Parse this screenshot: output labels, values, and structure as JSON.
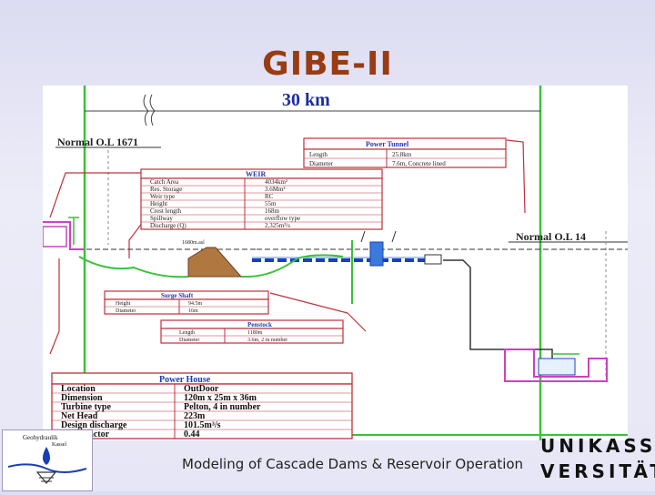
{
  "slide": {
    "title": "GIBE-II",
    "caption": "Modeling of Cascade Dams & Reservoir Operation"
  },
  "diagram": {
    "distance": "30 km",
    "normal_ol_left": "Normal O.L 1671",
    "normal_ol_right": "Normal O.L 14",
    "weir_mark": "1680m.asl",
    "power_tunnel": {
      "title": "Power Tunnel",
      "rows": [
        {
          "label": "Length",
          "value": "25.8km"
        },
        {
          "label": "Diameter",
          "value": "7.6m, Concrete lined"
        }
      ]
    },
    "weir": {
      "title": "WEIR",
      "rows": [
        {
          "label": "Catch Area",
          "value": "4034km²"
        },
        {
          "label": "Res. Storage",
          "value": "3.6Mm³"
        },
        {
          "label": "Weir type",
          "value": "RC"
        },
        {
          "label": "Height",
          "value": "55m"
        },
        {
          "label": "Crest length",
          "value": "168m"
        },
        {
          "label": "Spillway",
          "value": "overflow type"
        },
        {
          "label": "Discharge (Q)",
          "value": "2,325m³/s"
        }
      ]
    },
    "surge_shaft": {
      "title": "Surge Shaft",
      "rows": [
        {
          "label": "Height",
          "value": "94.5m"
        },
        {
          "label": "Diameter",
          "value": "16m"
        }
      ]
    },
    "penstock": {
      "title": "Penstock",
      "rows": [
        {
          "label": "Length",
          "value": "1180m"
        },
        {
          "label": "Diameter",
          "value": "3.6m, 2 in number"
        }
      ]
    },
    "power_house": {
      "title": "Power House",
      "rows": [
        {
          "label": "Location",
          "value": "OutDoor"
        },
        {
          "label": "Dimension",
          "value": "120m x 25m x 36m"
        },
        {
          "label": "Turbine type",
          "value": "Pelton, 4 in number"
        },
        {
          "label": "Net Head",
          "value": "223m"
        },
        {
          "label": "Design discharge",
          "value": "101.5m³/s"
        },
        {
          "label": "Load Factor",
          "value": "0.44"
        }
      ]
    }
  },
  "logos": {
    "left": {
      "line1": "Geohydraulik",
      "line2": "Kassel"
    },
    "right": {
      "line1": "UNIKASSEL",
      "line2": "VERSITÄT"
    }
  },
  "colors": {
    "title": "#9a3b12",
    "table_border": "#c0303a",
    "table_header_text": "#1a3fb0",
    "grid_green": "#3ac13a",
    "waterway": "#1b3fc0"
  }
}
